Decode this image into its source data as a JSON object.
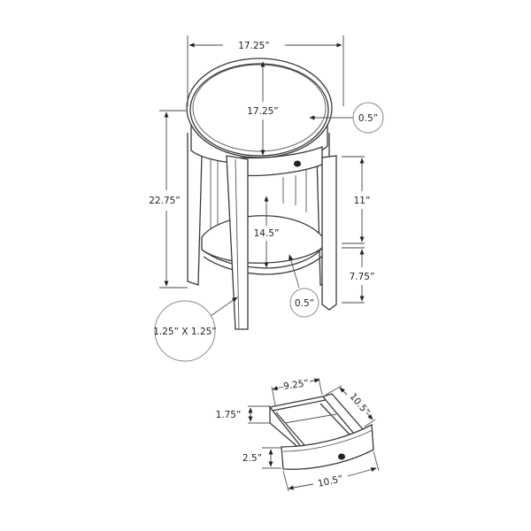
{
  "diagram": {
    "subject": "round accent side table with drawer and lower shelf",
    "colors": {
      "line": "#3a3a3a",
      "callout_circle": "#8a8a8a",
      "background": "#ffffff",
      "knob": "#222222"
    },
    "dimensions": {
      "overall_width": "17.25”",
      "top_depth": "17.25”",
      "top_thickness": "0.5”",
      "overall_height": "22.75”",
      "apron_to_shelf": "11”",
      "shelf_to_floor": "7.75”",
      "shelf_depth": "14.5”",
      "shelf_thickness": "0.5”",
      "leg_size": "1.25” X 1.25”"
    },
    "drawer": {
      "inner_width": "9.25”",
      "depth": "10.5”",
      "side_height": "1.75”",
      "front_height": "2.5”",
      "front_width": "10.5”"
    }
  }
}
